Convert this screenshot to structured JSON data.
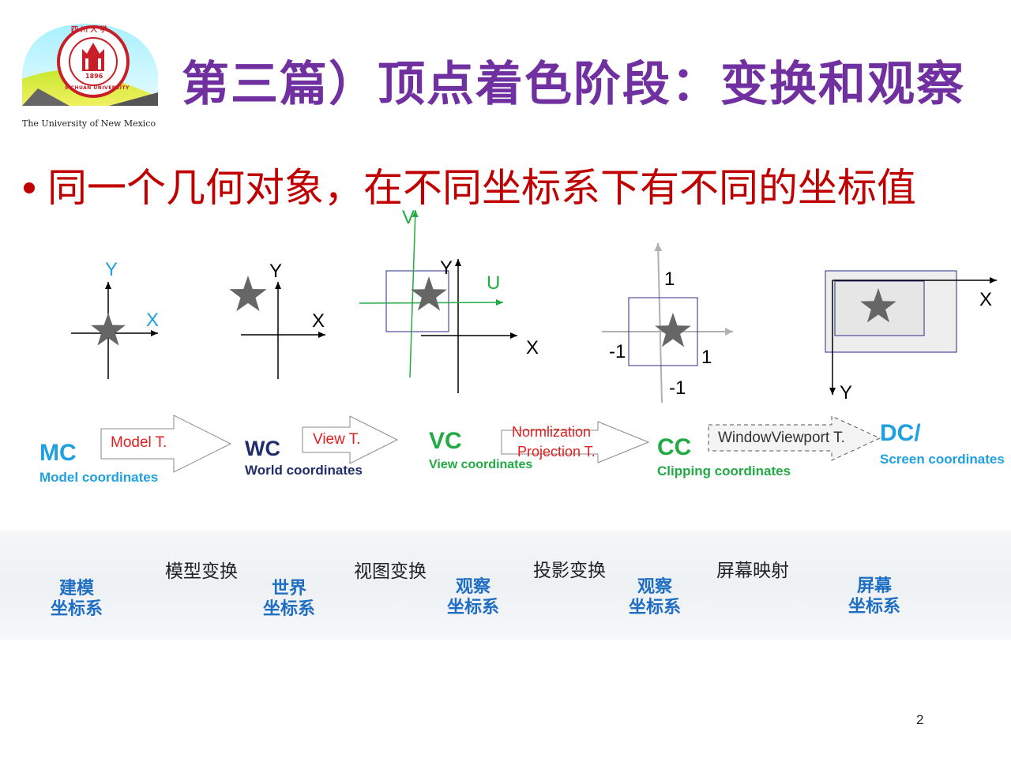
{
  "header": {
    "title": "第三篇）顶点着色阶段：变换和观察",
    "university": "The University of New Mexico",
    "logo_text": "SICHUAN UNIVERSITY",
    "logo_year": "1896",
    "logo_cn": "四 川 大 学"
  },
  "bullet": "同一个几何对象，在不同坐标系下有不同的坐标值",
  "diagrams": {
    "mc": {
      "y": "Y",
      "x": "X"
    },
    "wc": {
      "y": "Y",
      "x": "X"
    },
    "vc": {
      "v": "V",
      "y": "Y",
      "u": "U",
      "x": "X"
    },
    "cc": {
      "top": "1",
      "left": "-1",
      "right": "1",
      "bottom": "-1"
    },
    "dc": {
      "x": "X",
      "y": "Y"
    }
  },
  "stages": [
    {
      "abbr": "MC",
      "desc": "Model coordinates"
    },
    {
      "abbr": "WC",
      "desc": "World coordinates"
    },
    {
      "abbr": "VC",
      "desc": "View coordinates"
    },
    {
      "abbr": "CC",
      "desc": "Clipping coordinates"
    },
    {
      "abbr": "DC/",
      "desc": "Screen coordinates"
    }
  ],
  "transforms": {
    "model": "Model T.",
    "view": "View T.",
    "proj_line1": "Normlization",
    "proj_line2": "Projection T.",
    "window": "WindowViewport T."
  },
  "flow": {
    "steps": [
      "模型变换",
      "视图变换",
      "投影变换",
      "屏幕映射"
    ],
    "systems": [
      {
        "line1": "建模",
        "line2": "坐标系"
      },
      {
        "line1": "世界",
        "line2": "坐标系"
      },
      {
        "line1": "观察",
        "line2": "坐标系"
      },
      {
        "line1": "观察",
        "line2": "坐标系"
      },
      {
        "line1": "屏幕",
        "line2": "坐标系"
      }
    ]
  },
  "page_number": "2",
  "colors": {
    "title": "#7030a0",
    "bullet": "#c00000",
    "mc": "#1fa0e0",
    "wc": "#1f2d6b",
    "vc": "#22aa44",
    "cc": "#22aa44",
    "dc": "#1fa0e0",
    "transform_label": "#e02020",
    "flow_system": "#1f6ec3"
  }
}
